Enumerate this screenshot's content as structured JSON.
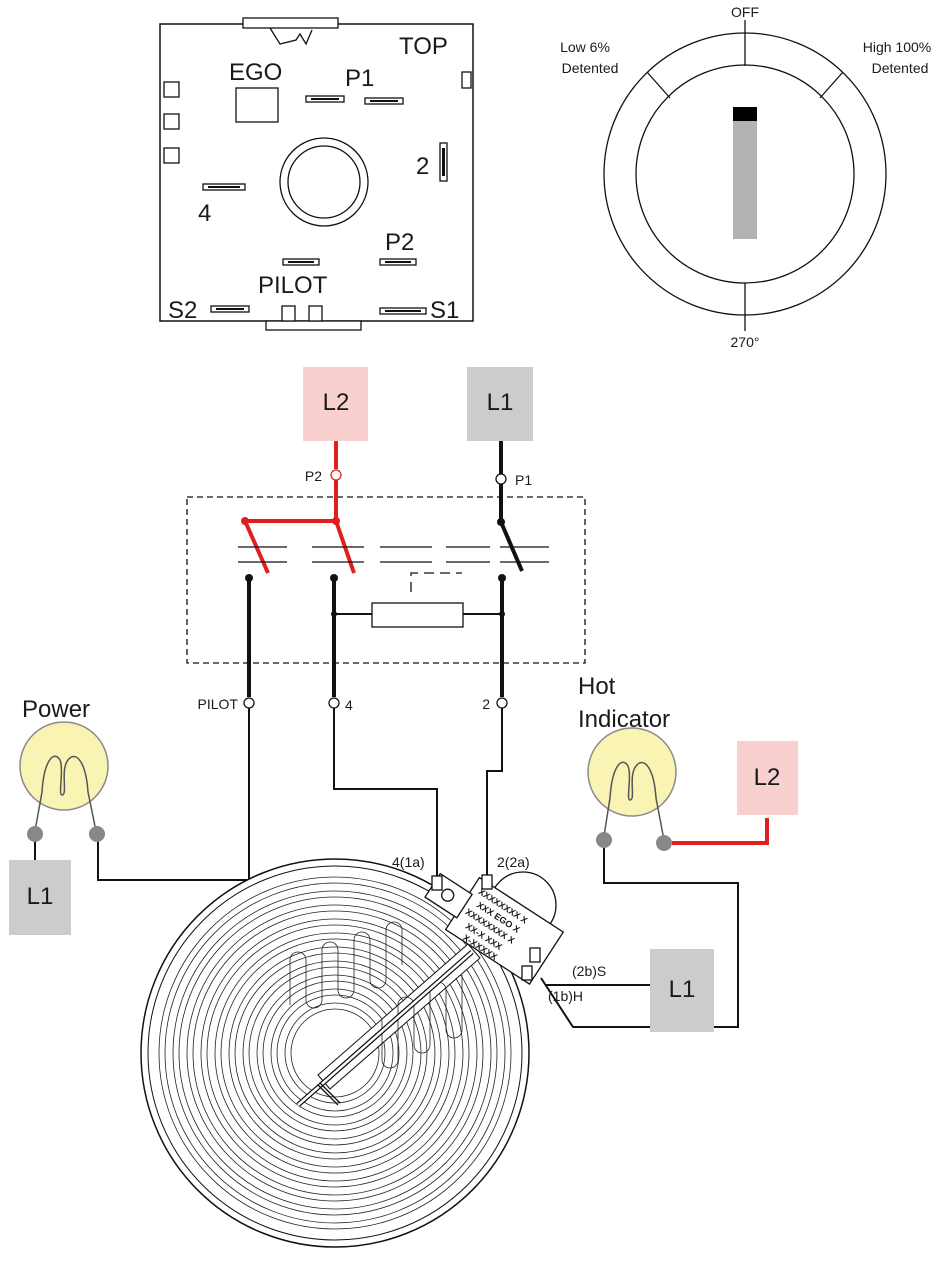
{
  "control_top": {
    "top_label": "TOP",
    "ego_label": "EGO",
    "p1_label": "P1",
    "p2_label": "P2",
    "t2_label": "2",
    "t4_label": "4",
    "pilot_label": "PILOT",
    "s1_label": "S1",
    "s2_label": "S2"
  },
  "knob": {
    "off_label": "OFF",
    "low_label_1": "Low  6%",
    "low_label_2": "Detented",
    "high_label_1": "High  100%",
    "high_label_2": "Detented",
    "angle_label": "270°"
  },
  "supply": {
    "l2_top": "L2",
    "l1_top": "L1",
    "l1_left": "L1",
    "l1_right": "L1",
    "l2_right": "L2",
    "l1_color": "#cccccc",
    "l2_color": "#f8d0d0"
  },
  "terminals": {
    "p2": "P2",
    "p1": "P1",
    "pilot": "PILOT",
    "t4": "4",
    "t2": "2",
    "e4_1a": "4(1a)",
    "e2_2a": "2(2a)",
    "e2b_s": "(2b)S",
    "e1b_h": "(1b)H"
  },
  "lamps": {
    "power_label": "Power",
    "hot_label_1": "Hot",
    "hot_label_2": "Indicator",
    "lamp_color": "#f9f3b4"
  },
  "limiter_marks": {
    "line1": "XXXXXXXX X",
    "line2": "XXX EGO X",
    "line3": "XXXXXXXX X",
    "line4": "XX-X XXX",
    "line5": "X-XXXXX"
  },
  "colors": {
    "red_wire": "#e02020",
    "black_wire": "#111111"
  }
}
